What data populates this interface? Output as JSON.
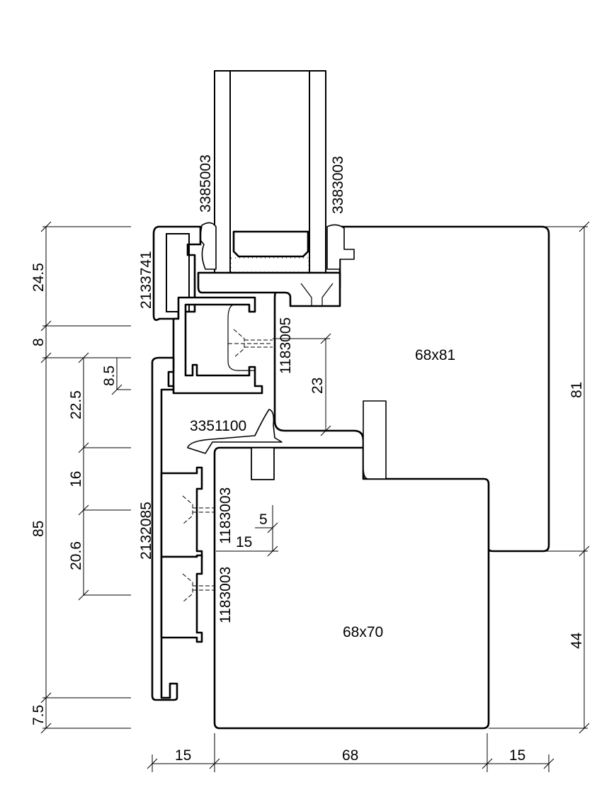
{
  "part_labels": {
    "glazing_gasket_inner": "3385003",
    "glazing_gasket_outer": "3383003",
    "profile_top_left": "2133741",
    "connector_upper": "1183005",
    "seal": "3351100",
    "profile_bottom_left": "2132085",
    "connector_lower_1": "1183003",
    "connector_lower_2": "1183003"
  },
  "section_labels": {
    "sash": "68x81",
    "frame": "68x70"
  },
  "dimensions": {
    "left_outer": [
      "24.5",
      "8",
      "85",
      "7.5"
    ],
    "left_inner": [
      "22.5",
      "16",
      "20.6"
    ],
    "left_small": "8.5",
    "right": [
      "81",
      "44"
    ],
    "bottom": [
      "15",
      "68",
      "15"
    ],
    "inner_vertical": "23",
    "small_offsets": [
      "5",
      "15"
    ]
  }
}
